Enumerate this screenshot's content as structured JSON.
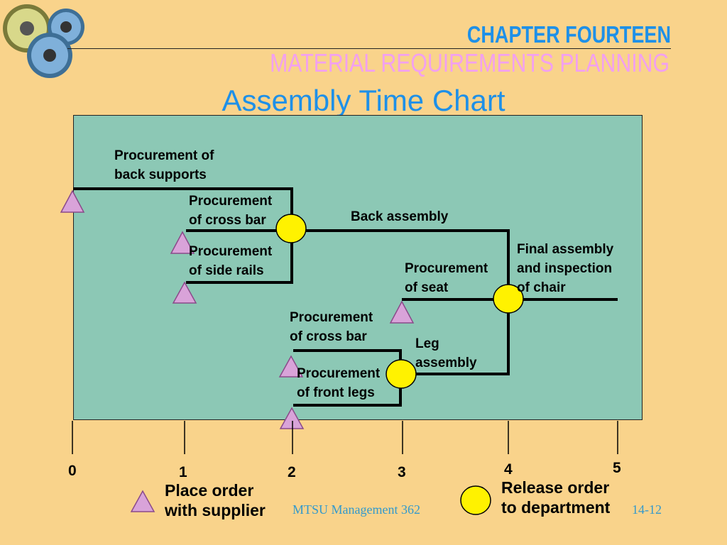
{
  "header": {
    "chapter": "CHAPTER FOURTEEN",
    "subject": "MATERIAL REQUIREMENTS PLANNING",
    "logo_icon": "gears-icon"
  },
  "title": "Assembly Time Chart",
  "chart_data": {
    "type": "assembly-time-chart",
    "time_axis": {
      "ticks": [
        "0",
        "1",
        "2",
        "3",
        "4",
        "5"
      ],
      "range": [
        0,
        5
      ]
    },
    "activities": [
      {
        "label": "Procurement of back supports",
        "start": 0,
        "end": 2
      },
      {
        "label": "Procurement of cross bar",
        "start": 1,
        "end": 2
      },
      {
        "label": "Procurement of side rails",
        "start": 1,
        "end": 2
      },
      {
        "label": "Back assembly",
        "start": 2,
        "end": 4
      },
      {
        "label": "Procurement of seat",
        "start": 3,
        "end": 4
      },
      {
        "label": "Procurement of cross bar",
        "start": 2,
        "end": 3
      },
      {
        "label": "Procurement of front legs",
        "start": 2,
        "end": 3
      },
      {
        "label": "Leg assembly",
        "start": 3,
        "end": 4
      },
      {
        "label": "Final assembly and inspection of chair",
        "start": 4,
        "end": 5
      }
    ],
    "place_order_times": [
      0,
      1,
      1,
      2,
      2,
      3
    ],
    "release_order_times": [
      2,
      3,
      4
    ]
  },
  "labels": {
    "back_supports": [
      "Procurement of",
      "back supports"
    ],
    "cross_bar_1": [
      "Procurement",
      "of cross bar"
    ],
    "side_rails": [
      "Procurement",
      "of side rails"
    ],
    "back_assembly": "Back assembly",
    "seat": [
      "Procurement",
      "of seat"
    ],
    "final": [
      "Final assembly",
      "and inspection",
      "of chair"
    ],
    "cross_bar_2": [
      "Procurement",
      "of cross bar"
    ],
    "leg_assembly": [
      "Leg",
      "assembly"
    ],
    "front_legs": [
      "Procurement",
      "of front legs"
    ]
  },
  "legend": {
    "place_order": [
      "Place order",
      "with supplier"
    ],
    "release_order": [
      "Release order",
      "to department"
    ],
    "triangle_color": "#D9A3D9",
    "circle_color": "#FFF200"
  },
  "footer": {
    "text": "MTSU Management 362",
    "slide_number": "14-12"
  },
  "colors": {
    "background": "#F9D38B",
    "panel": "#8CC8B5",
    "title": "#1E90E8",
    "subject": "#F2A0F0"
  }
}
